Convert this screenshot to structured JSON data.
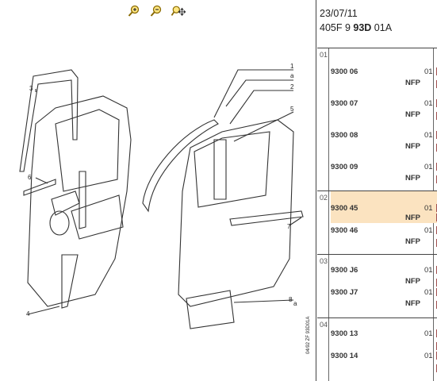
{
  "toolbar": {
    "zoom_in_icon": "magnifier-plus-icon",
    "zoom_out_icon": "magnifier-minus-icon",
    "pan_icon": "magnifier-move-icon"
  },
  "diagram": {
    "callouts": [
      "1",
      "a",
      "2",
      "3",
      "5",
      "6",
      "7",
      "4",
      "8",
      "a"
    ],
    "side_code": "04/92 ZF 93D01A"
  },
  "header": {
    "date": "23/07/11",
    "code_prefix": "405F 9 ",
    "code_bold": "93D",
    "code_suffix": " 01A"
  },
  "groups": [
    {
      "num": "01",
      "rows": [
        {
          "ref": "9300 06",
          "nfp": "NFP",
          "qty": "01"
        },
        {
          "ref": "9300 07",
          "nfp": "NFP",
          "qty": "01"
        },
        {
          "ref": "9300 08",
          "nfp": "NFP",
          "qty": "01"
        },
        {
          "ref": "9300 09",
          "nfp": "NFP",
          "qty": "01"
        }
      ]
    },
    {
      "num": "02",
      "rows": [
        {
          "ref": "9300 45",
          "nfp": "NFP",
          "qty": "01"
        },
        {
          "ref": "9300 46",
          "nfp": "NFP",
          "qty": "01"
        }
      ]
    },
    {
      "num": "03",
      "rows": [
        {
          "ref": "9300 J6",
          "nfp": "NFP",
          "qty": "01"
        },
        {
          "ref": "9300 J7",
          "nfp": "NFP",
          "qty": "01"
        }
      ]
    },
    {
      "num": "04",
      "rows": [
        {
          "ref": "9300 13",
          "nfp": "",
          "qty": "01"
        },
        {
          "ref": "9300 14",
          "nfp": "",
          "qty": "01"
        }
      ]
    }
  ],
  "colors": {
    "selected_row": "#fbe3c0",
    "border": "#444444",
    "icon": "#c8a000"
  }
}
